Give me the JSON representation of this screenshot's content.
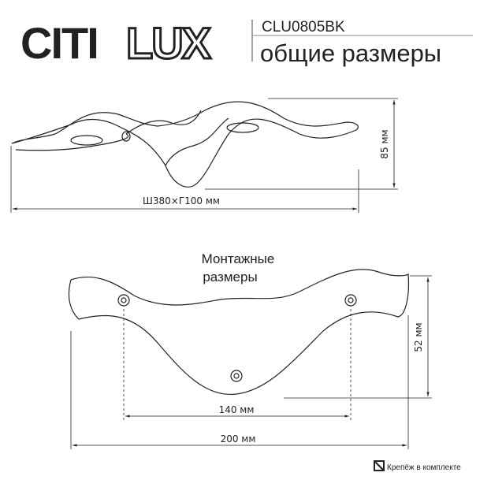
{
  "logo": {
    "part1": "CITI",
    "part2": "LUX"
  },
  "header": {
    "model": "CLU0805BK",
    "subtitle": "общие размеры"
  },
  "overall": {
    "width_label": "Ш380×Г100 мм",
    "height_label": "85 мм"
  },
  "mounting": {
    "title_line1": "Монтажные",
    "title_line2": "размеры",
    "hole_spacing_label": "140 мм",
    "width_label": "200 мм",
    "height_label": "52 мм"
  },
  "footer": {
    "icon": "mounting-kit-icon",
    "note": "Крепёж в комплекте"
  }
}
